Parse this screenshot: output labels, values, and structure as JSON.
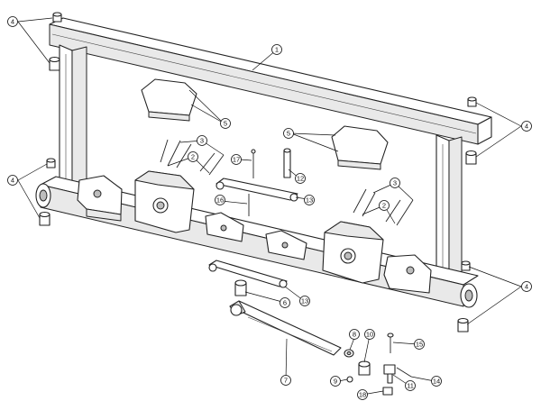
{
  "callouts": [
    {
      "id": "c1",
      "label": "1"
    },
    {
      "id": "c2a",
      "label": "2"
    },
    {
      "id": "c2b",
      "label": "2"
    },
    {
      "id": "c3a",
      "label": "3"
    },
    {
      "id": "c3b",
      "label": "3"
    },
    {
      "id": "c4a",
      "label": "4"
    },
    {
      "id": "c4b",
      "label": "4"
    },
    {
      "id": "c4c",
      "label": "4"
    },
    {
      "id": "c4d",
      "label": "4"
    },
    {
      "id": "c5a",
      "label": "5"
    },
    {
      "id": "c5b",
      "label": "5"
    },
    {
      "id": "c6",
      "label": "6"
    },
    {
      "id": "c7",
      "label": "7"
    },
    {
      "id": "c8",
      "label": "8"
    },
    {
      "id": "c9",
      "label": "9"
    },
    {
      "id": "c10",
      "label": "10"
    },
    {
      "id": "c11",
      "label": "11"
    },
    {
      "id": "c12",
      "label": "12"
    },
    {
      "id": "c13a",
      "label": "13"
    },
    {
      "id": "c13b",
      "label": "13"
    },
    {
      "id": "c14",
      "label": "14"
    },
    {
      "id": "c15",
      "label": "15"
    },
    {
      "id": "c16",
      "label": "16"
    },
    {
      "id": "c17",
      "label": "17"
    },
    {
      "id": "c18",
      "label": "18"
    }
  ]
}
